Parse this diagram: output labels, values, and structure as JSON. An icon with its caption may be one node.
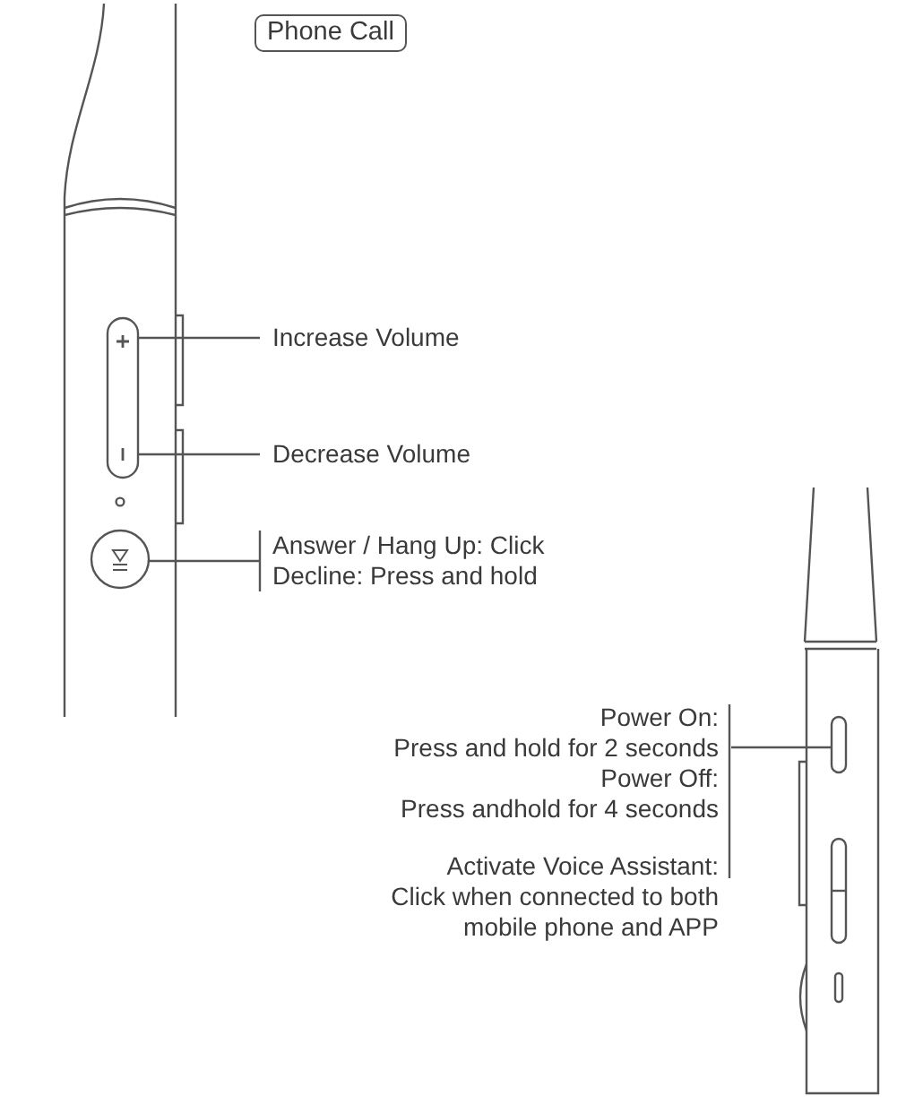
{
  "diagram": {
    "nodes": [
      {
        "text": [
          "Phone Call"
        ]
      },
      {
        "text": [
          "Increase Volume"
        ]
      },
      {
        "text": [],
        "shape": "button"
      },
      {
        "text": [
          "Decrease Volume"
        ]
      },
      {
        "text": [],
        "shape": "button"
      },
      {
        "text": [
          "Answer / Hang Up: Click",
          "Decline: Press and hold"
        ]
      },
      {
        "text": [],
        "shape": "button"
      },
      {
        "text": [
          "Power On:",
          "Press and hold for 2 seconds",
          "Power Off:",
          "Press andhold for 4 seconds",
          "Activate Voice Assistant:",
          "Click when connected to both mobile phone and APP"
        ]
      },
      {
        "text": [],
        "shape": "button"
      }
    ],
    "edges": [
      {
        "from": 1,
        "to": 2,
        "arrow": "none"
      },
      {
        "from": 3,
        "to": 4,
        "arrow": "none"
      },
      {
        "from": 5,
        "to": 6,
        "arrow": "none"
      },
      {
        "from": 7,
        "to": 8,
        "arrow": "none"
      }
    ]
  }
}
